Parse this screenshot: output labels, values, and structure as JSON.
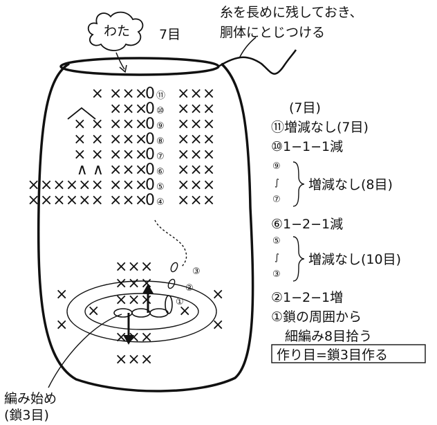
{
  "labels": {
    "wata": "わた",
    "stitch_count": "7目",
    "yarn_note_line1": "糸を長めに残しておき、",
    "yarn_note_line2": "胴体にとじつける",
    "start_line1": "編み始め",
    "start_line2": "(鎖3目)"
  },
  "rows": [
    {
      "marker": "⑪",
      "left": "×",
      "right": "×××"
    },
    {
      "marker": "⑩",
      "left": "",
      "right": "×××"
    },
    {
      "marker": "⑨",
      "left": "×  ×",
      "right": "×××"
    },
    {
      "marker": "⑧",
      "left": "×  ×",
      "right": "×××"
    },
    {
      "marker": "⑦",
      "left": "×  ×",
      "right": "×××"
    },
    {
      "marker": "⑥",
      "left": "∧  ∧",
      "right": "×××"
    },
    {
      "marker": "⑤",
      "left": "××××××",
      "right": "×××"
    },
    {
      "marker": "④",
      "left": "××××××",
      "right": "×××"
    }
  ],
  "base_rounds": {
    "r3": "③",
    "r2": "②",
    "r1": "①",
    "x3": "×××",
    "x1": "×"
  },
  "legend": [
    "(7目)",
    "⑪増減なし(7目)",
    "⑩1−1−1減",
    "⑨",
    "∫",
    "⑦",
    "増減なし(8目)",
    "⑥1−2−1減",
    "⑤",
    "∫",
    "③",
    "増減なし(10目)",
    "②1−2−1増",
    "①鎖の周囲から",
    "細編み8目拾う",
    "作り目=鎖3目作る"
  ],
  "colors": {
    "ink": "#111111",
    "paper": "#ffffff"
  }
}
